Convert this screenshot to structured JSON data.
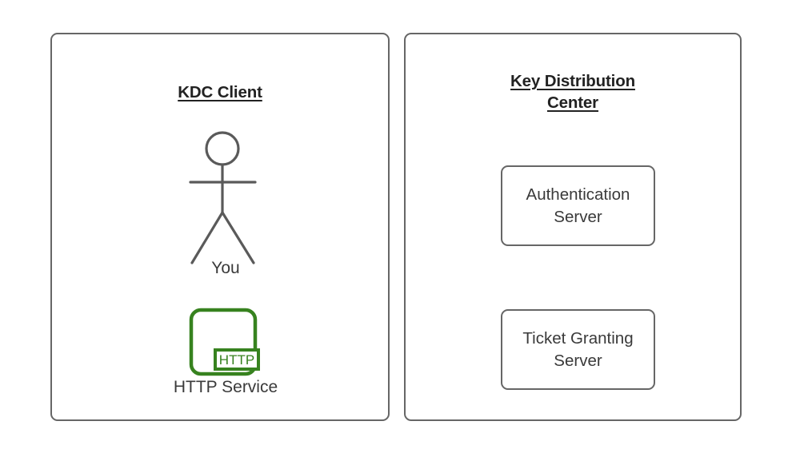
{
  "diagram": {
    "background_color": "#ffffff",
    "stroke_color": "#666666",
    "text_color": "#3a3a3a",
    "title_color": "#222222",
    "accent_green": "#37821f"
  },
  "panels": [
    {
      "id": "kdc-client",
      "title": "KDC Client",
      "title_lines": [
        "KDC Client"
      ],
      "actor": {
        "icon": "stick-figure-actor-icon",
        "label": "You"
      },
      "service": {
        "icon": "http-service-icon",
        "badge_text": "HTTP",
        "label": "HTTP Service",
        "color": "#37821f"
      }
    },
    {
      "id": "key-distribution-center",
      "title": "Key Distribution Center",
      "title_lines": [
        "Key Distribution",
        "Center"
      ],
      "boxes": [
        {
          "id": "authentication-server",
          "lines": [
            "Authentication",
            "Server"
          ]
        },
        {
          "id": "ticket-granting-server",
          "lines": [
            "Ticket Granting",
            "Server"
          ]
        }
      ]
    }
  ]
}
